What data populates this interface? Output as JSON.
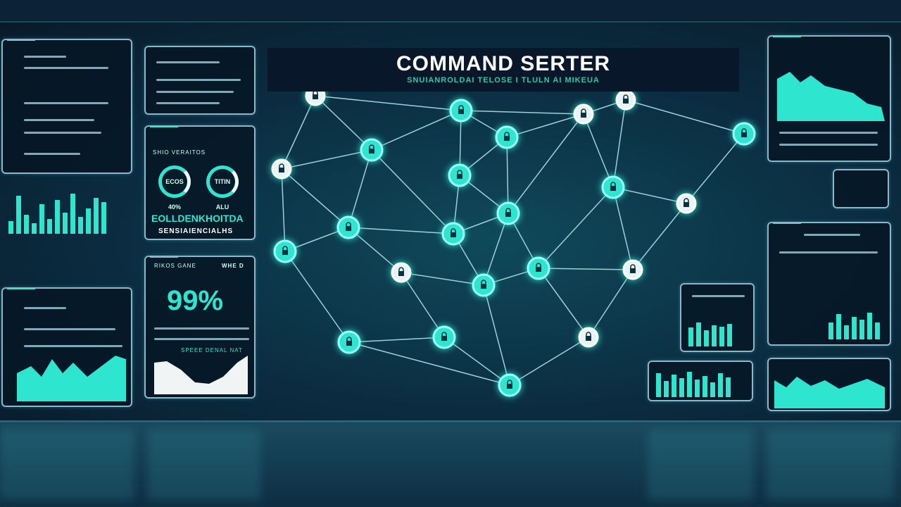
{
  "header": {
    "title": "COMMAND SERTER",
    "subtitle": "SNUIANROLDAI TELOSE I TLULN AI MIKEUA"
  },
  "colors": {
    "accent": "#2ee6d0",
    "background": "#0b2c40",
    "panel_border": "#8ab8c8"
  },
  "gauges_panel": {
    "label": "SHIO VERAITOS",
    "rings": [
      {
        "label": "ECOS 40%"
      },
      {
        "label": "TITIN ALU"
      }
    ],
    "headline": "EOLLDENKHOITDA",
    "caption": "SENSIAIENCIALHS"
  },
  "status_panel": {
    "label": "RIKOS GANE",
    "tag": "WHE D",
    "value": "99%",
    "footer": "SPEEE DENAL NAT"
  },
  "network_icon": "node-lock-icon"
}
